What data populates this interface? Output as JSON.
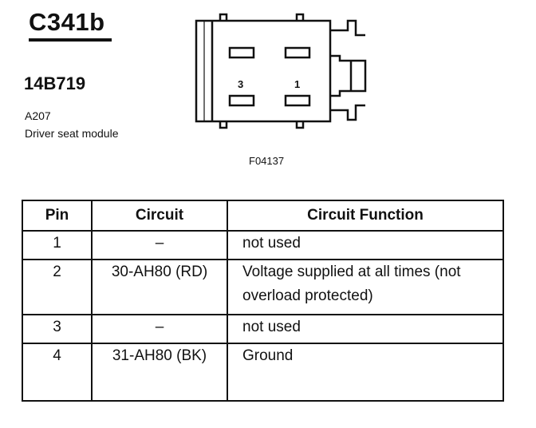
{
  "header": {
    "connector_id": "C341b",
    "part_number": "14B719",
    "location_code": "A207",
    "module_name": "Driver seat module"
  },
  "diagram": {
    "pin_labels": [
      "3",
      "1"
    ],
    "figure_id": "F04137"
  },
  "table": {
    "headers": [
      "Pin",
      "Circuit",
      "Circuit Function"
    ],
    "rows": [
      {
        "pin": "1",
        "circuit": "–",
        "function": "not used"
      },
      {
        "pin": "2",
        "circuit": "30-AH80 (RD)",
        "function": "Voltage supplied at all times (not overload protected)"
      },
      {
        "pin": "3",
        "circuit": "–",
        "function": "not used"
      },
      {
        "pin": "4",
        "circuit": "31-AH80 (BK)",
        "function": "Ground"
      }
    ]
  }
}
